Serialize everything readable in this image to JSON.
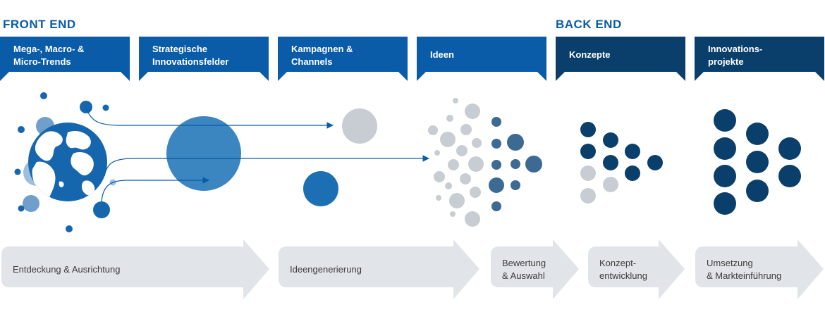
{
  "sections": {
    "front_end": "FRONT END",
    "back_end": "BACK END"
  },
  "stages": [
    {
      "lines": [
        "Mega-, Macro- &",
        "Micro-Trends"
      ],
      "shade": "mid"
    },
    {
      "lines": [
        "Strategische",
        "Innovationsfelder"
      ],
      "shade": "mid"
    },
    {
      "lines": [
        "Kampagnen &",
        "Channels"
      ],
      "shade": "mid"
    },
    {
      "lines": [
        "Ideen"
      ],
      "shade": "mid"
    },
    {
      "lines": [
        "Konzepte"
      ],
      "shade": "dark"
    },
    {
      "lines": [
        "Innovations-",
        "projekte"
      ],
      "shade": "dark"
    }
  ],
  "phases": [
    {
      "lines": [
        "Entdeckung & Ausrichtung"
      ]
    },
    {
      "lines": [
        "Ideengenerierung"
      ]
    },
    {
      "lines": [
        "Bewertung",
        "& Auswahl"
      ]
    },
    {
      "lines": [
        "Konzept-",
        "entwicklung"
      ]
    },
    {
      "lines": [
        "Umsetzung",
        "& Markteinführung"
      ]
    }
  ],
  "colors": {
    "header_mid": "#0a5ca8",
    "header_dark": "#0b3f6b",
    "section_title": "#0a5ca8",
    "arrow_gray": "#e1e4e8",
    "phase_text": "#3c3c3c",
    "dot_gray": "#c8cdd3",
    "dot_dark": "#0b3f6b",
    "dot_mid": "#1d6fb4",
    "dot_light": "#6f9fca",
    "dot_slate": "#3d6a93",
    "globe": "#1566ad"
  },
  "icons": {
    "globe": "globe-icon"
  }
}
